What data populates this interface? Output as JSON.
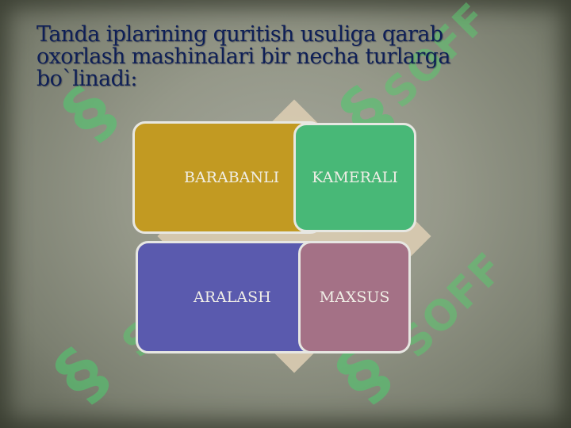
{
  "slide": {
    "title": "Tanda iplarining quritish usuliga qarab oxorlash mashinalari bir necha turlarga bo`linadi:"
  },
  "diagram": {
    "items": [
      {
        "label": "BARABANLI",
        "color": "#c29a22"
      },
      {
        "label": "KAMERALI",
        "color": "#48b877"
      },
      {
        "label": "ARALASH",
        "color": "#5a5aae"
      },
      {
        "label": "MAXSUS",
        "color": "#a47186"
      }
    ],
    "center_shape_color": "#d9cbb1"
  },
  "watermark": {
    "text": "SOFF",
    "color": "#5ac86e"
  }
}
